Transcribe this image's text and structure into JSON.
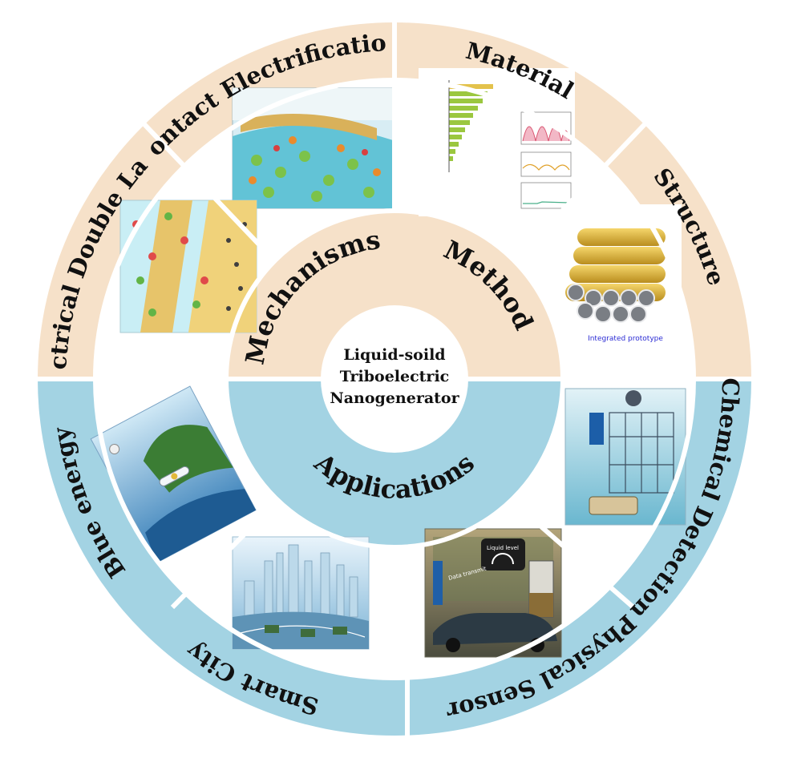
{
  "center": {
    "lines": [
      "Liquid-soild",
      "Triboelectric",
      "Nanogenerator"
    ]
  },
  "categories": {
    "mechanisms": "Mechanisms",
    "method": "Method",
    "applications": "Applications"
  },
  "outer_labels": {
    "electrical_double_layer": "Electrical Double Layer",
    "contact_electrification": "Contact Electrification",
    "material": "Material",
    "structure": "Structure",
    "chemical_detection": "Chemical Detection",
    "physical_sensor": "Physical Sensor",
    "smart_city": "Smart City",
    "blue_energy": "Blue energy"
  },
  "image_captions": {
    "structure": "Integrated prototype",
    "physical_sensor_dashboard": "Liquid level",
    "physical_sensor_data": "Data transmit"
  },
  "colors": {
    "top_half": "#f6e1c9",
    "bottom_half": "#a3d3e3",
    "separator": "#ffffff",
    "text": "#111111"
  },
  "icons": {
    "mechanisms_image": "ion-interface-illustration",
    "material_image": "material-bar-chart-illustration",
    "structure_image": "cylinder-array-illustration",
    "chemical_image": "detection-device-illustration",
    "physical_image": "car-liquid-level-illustration",
    "smartcity_image": "city-skyline-illustration",
    "blueenergy_image": "ocean-island-illustration"
  }
}
